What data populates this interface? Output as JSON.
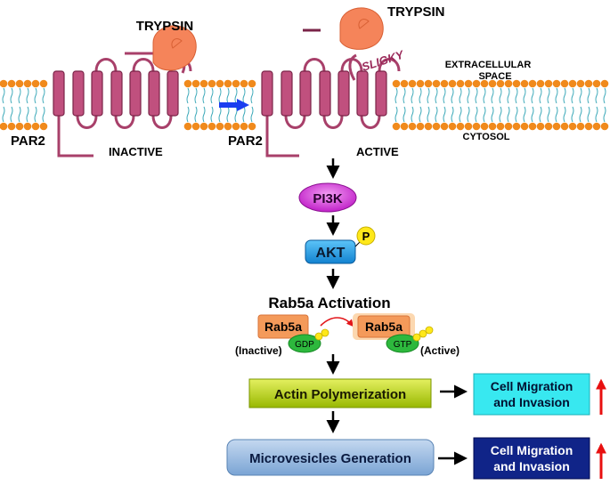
{
  "membrane": {
    "extracellular_line1": "EXTRACELLULAR",
    "extracellular_line2": "SPACE",
    "cytosol": "CYTOSOL"
  },
  "receptors": {
    "left_label": "PAR2",
    "left_state": "INACTIVE",
    "right_label": "PAR2",
    "right_state": "ACTIVE",
    "tethered_ligand": "SLIGKY"
  },
  "enzyme": {
    "left_label": "TRYPSIN",
    "right_label": "TRYPSIN"
  },
  "pathway": {
    "pi3k": "PI3K",
    "akt": "AKT",
    "phospho": "P",
    "rab_title": "Rab5a Activation",
    "rab_inactive_name": "Rab5a",
    "rab_inactive_nucleotide": "GDP",
    "rab_inactive_state": "(Inactive)",
    "rab_active_name": "Rab5a",
    "rab_active_nucleotide": "GTP",
    "rab_active_state": "(Active)",
    "actin": "Actin Polymerization",
    "microvesicles": "Microvesicles Generation",
    "outcome1_line1": "Cell Migration",
    "outcome1_line2": "and Invasion",
    "outcome2_line1": "Cell Migration",
    "outcome2_line2": "and Invasion"
  },
  "colors": {
    "lipid_head": "#f08a1c",
    "helix": "#c0507e",
    "trypsin": "#f5845a",
    "pi3k": "#d63ad6",
    "akt": "#1ea0e8",
    "phospho": "#ffe81a",
    "rab": "#f49a5a",
    "gdp_gtp": "#2db83d",
    "actin_box": "#b8d400",
    "microvesicle_box": "#8fb4dc",
    "outcome1_box": "#38e8f0",
    "outcome2_box": "#102488",
    "up_arrow": "#e81010",
    "transition_arrow": "#1a3ef0"
  }
}
